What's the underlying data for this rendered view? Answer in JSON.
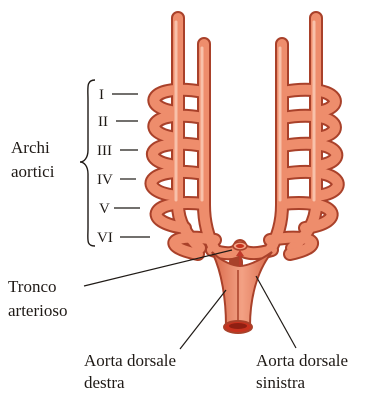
{
  "group_label": {
    "line1": "Archi",
    "line2": "aortici"
  },
  "arches": [
    {
      "numeral": "I"
    },
    {
      "numeral": "II"
    },
    {
      "numeral": "III"
    },
    {
      "numeral": "IV"
    },
    {
      "numeral": "V"
    },
    {
      "numeral": "VI"
    }
  ],
  "truncus": {
    "line1": "Tronco",
    "line2": "arterioso"
  },
  "right_dorsal": {
    "line1": "Aorta dorsale",
    "line2": "destra"
  },
  "left_dorsal": {
    "line1": "Aorta dorsale",
    "line2": "sinistra"
  },
  "colors": {
    "vessel": "#ee8d6c",
    "vessel_dark": "#a9412a",
    "vessel_light": "#f6b39a",
    "lumen": "#c8321e",
    "text": "#1f1a16",
    "arrow": "#c0392b"
  }
}
